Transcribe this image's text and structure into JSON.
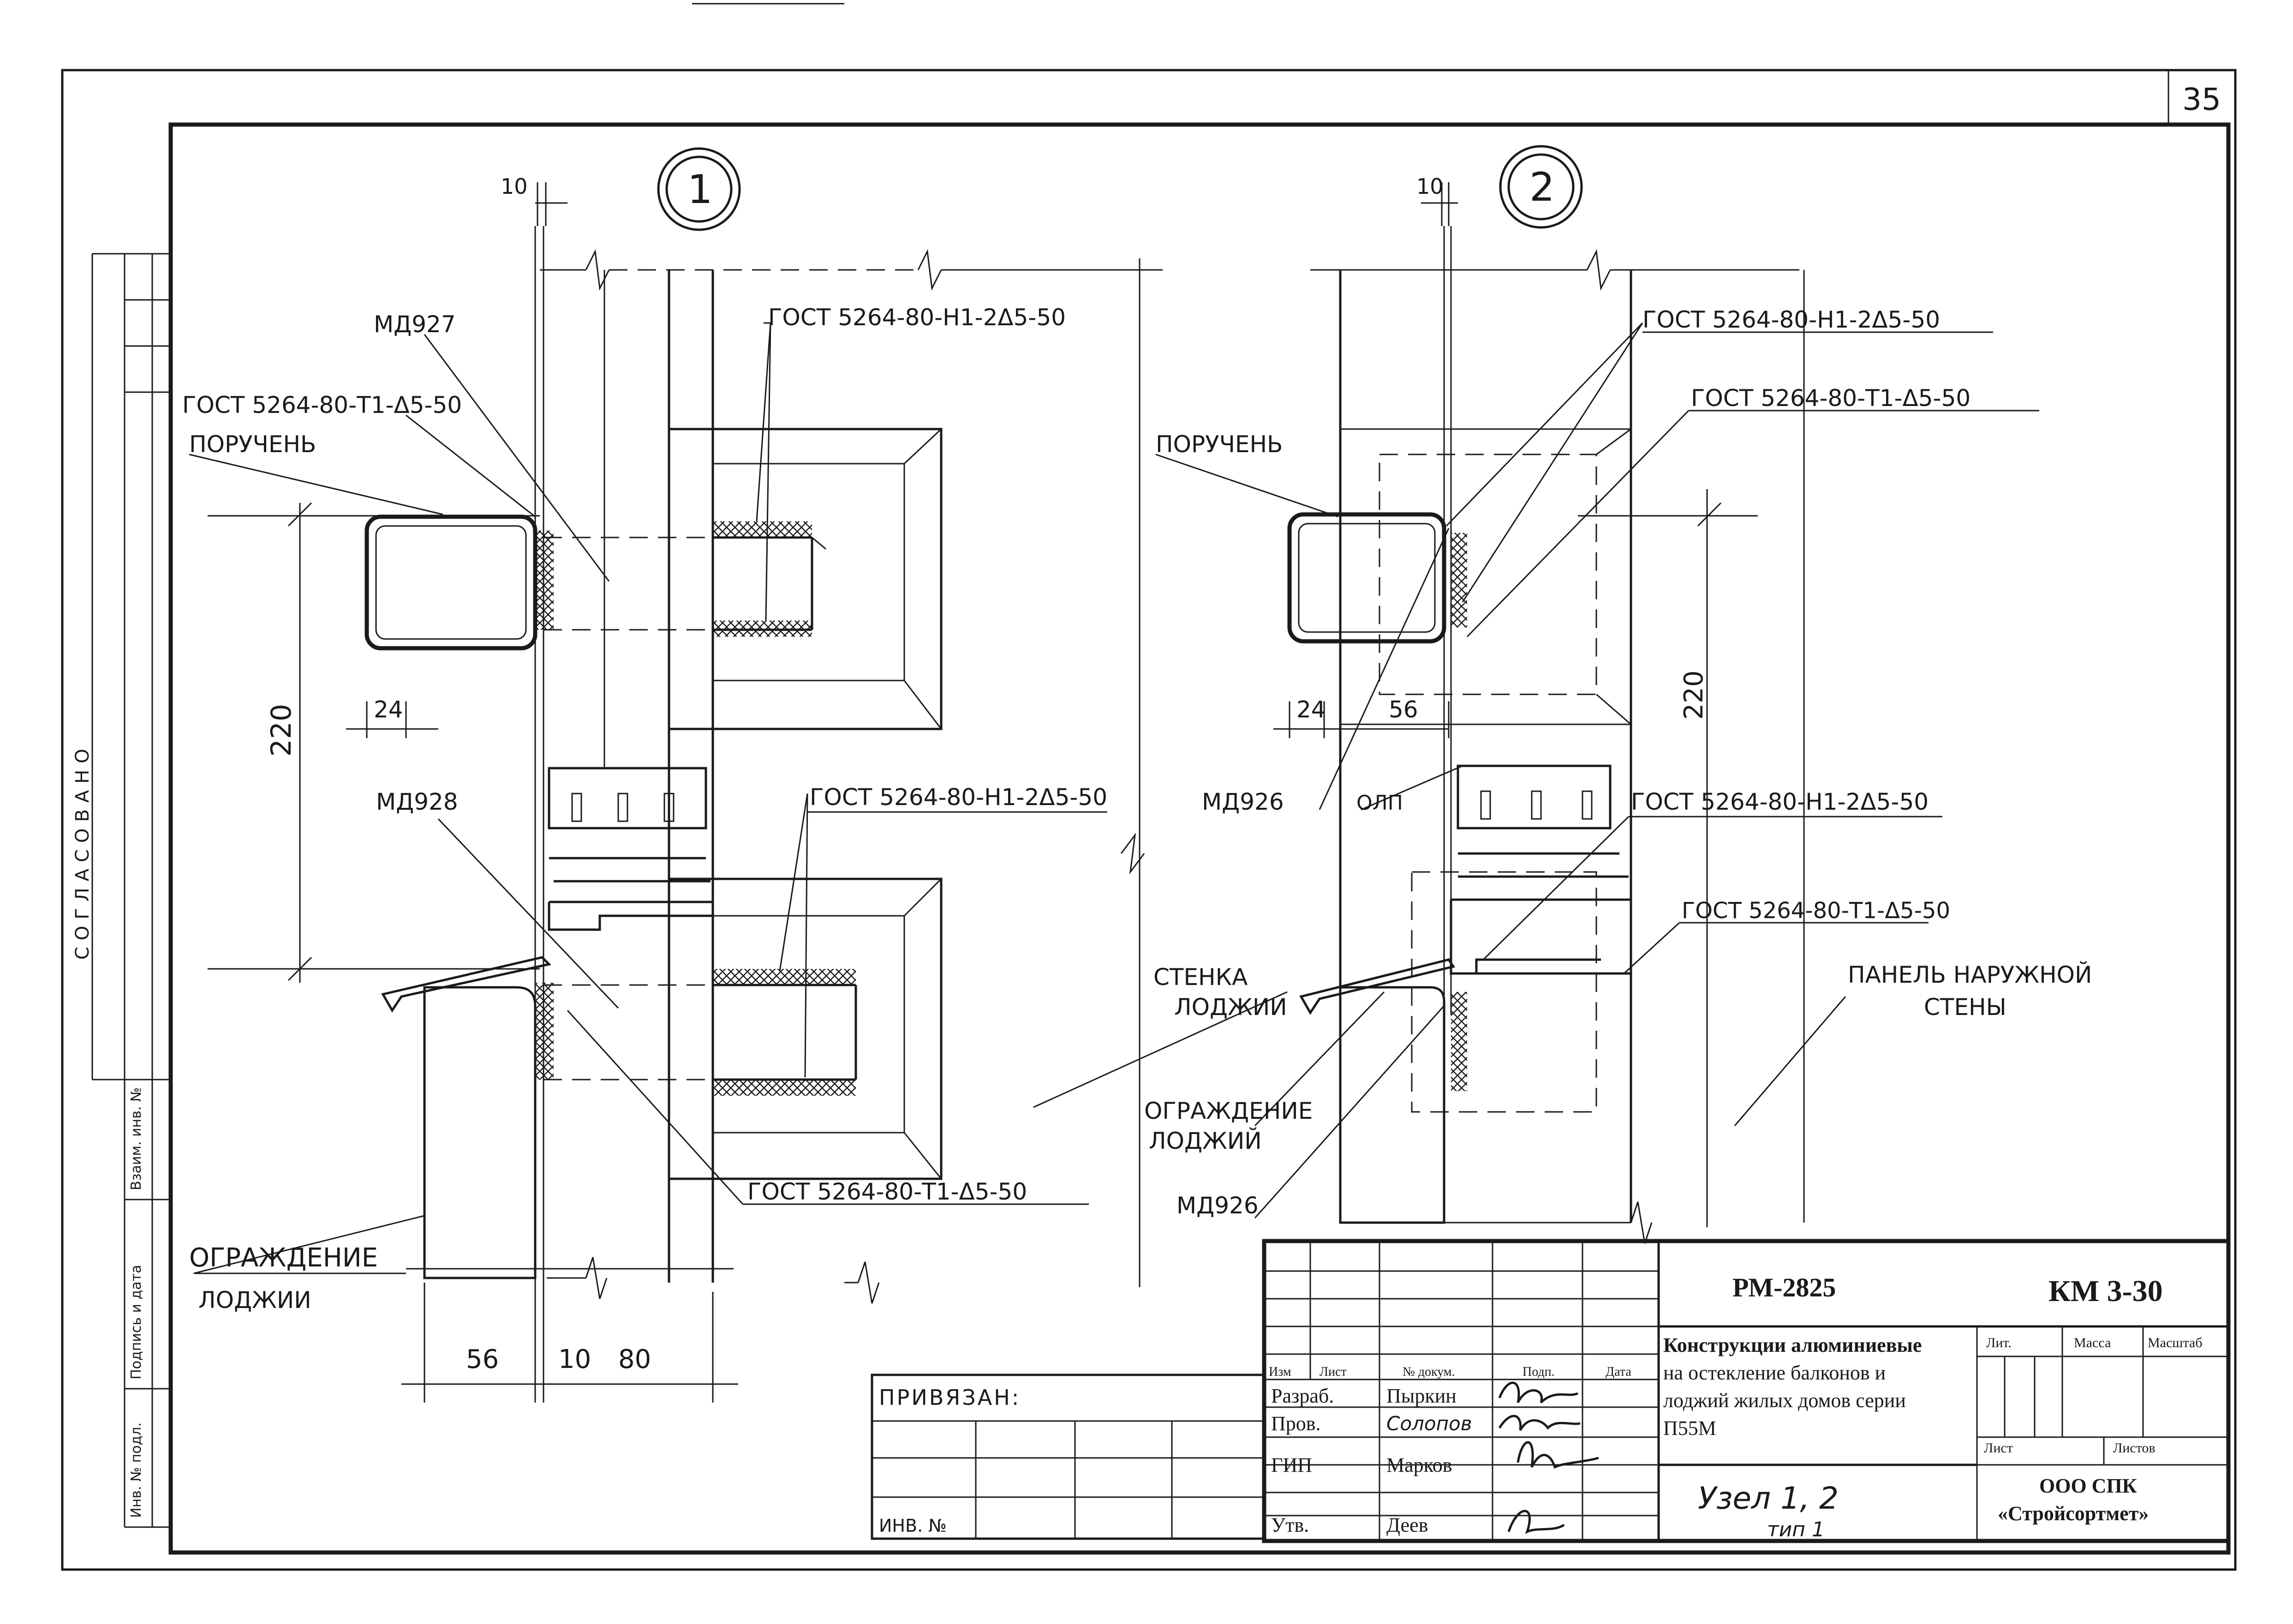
{
  "sheet": {
    "page_number": "35",
    "approved_label": "СОГЛАСОВАНО",
    "side_stamp": [
      "Инв. № подл.",
      "Подпись и дата",
      "Взаим. инв. №"
    ]
  },
  "detail1": {
    "marker": "1",
    "dim_top": "10",
    "labels": {
      "md927": "МД927",
      "gost_t1_top": "ГОСТ 5264-80-Т1-Δ5-50",
      "handrail": "ПОРУЧЕНЬ",
      "gost_h1_top": "ГОСТ 5264-80-Н1-2Δ5-50",
      "md928": "МД928",
      "gost_h1_mid": "ГОСТ 5264-80-Н1-2Δ5-50",
      "wall": [
        "СТЕНКА",
        "ЛОДЖИИ"
      ],
      "gost_t1_bottom": "ГОСТ 5264-80-Т1-Δ5-50",
      "fence": [
        "ОГРАЖДЕНИЕ",
        "ЛОДЖИИ"
      ]
    },
    "dims": {
      "d24": "24",
      "d220": "220",
      "d56": "56",
      "d10": "10",
      "d80": "80"
    }
  },
  "detail2": {
    "marker": "2",
    "dim_top": "10",
    "labels": {
      "gost_h1_top": "ГОСТ 5264-80-Н1-2Δ5-50",
      "gost_t1_top": "ГОСТ 5264-80-Т1-Δ5-50",
      "handrail": "ПОРУЧЕНЬ",
      "md926_top": "МД926",
      "olp": "ОЛП",
      "gost_h1_mid": "ГОСТ 5264-80-Н1-2Δ5-50",
      "gost_t1_mid": "ГОСТ 5264-80-Т1-Δ5-50",
      "panel": [
        "ПАНЕЛЬ НАРУЖНОЙ",
        "СТЕНЫ"
      ],
      "fence": [
        "ОГРАЖДЕНИЕ",
        "ЛОДЖИЙ"
      ],
      "md926_bottom": "МД926"
    },
    "dims": {
      "d24": "24",
      "d56": "56",
      "d220": "220"
    }
  },
  "binding_block": {
    "title": "ПРИВЯЗАН:",
    "inv": "ИНВ. №"
  },
  "title_block": {
    "doc_code": "РМ-2825",
    "sheet_code": "КМ 3-30",
    "headers": {
      "izm": "Изм",
      "list": "Лист",
      "ndoc": "№ докум.",
      "podp": "Подп.",
      "data": "Дата"
    },
    "rows": [
      {
        "role": "Разраб.",
        "name": "Пыркин"
      },
      {
        "role": "Пров.",
        "name": "Солопов"
      },
      {
        "role": "ГИП",
        "name": "Марков"
      },
      {
        "role": "Утв.",
        "name": "Деев"
      }
    ],
    "description": [
      "Конструкции алюминиевые",
      "на остекление балконов и",
      "лоджий жилых домов серии",
      "П55М"
    ],
    "lit": "Лит.",
    "mass": "Масса",
    "scale": "Масштаб",
    "list": "Лист",
    "listov": "Листов",
    "node": "Узел 1, 2",
    "type": "тип 1",
    "org": [
      "ООО СПК",
      "«Стройсортмет»"
    ]
  }
}
